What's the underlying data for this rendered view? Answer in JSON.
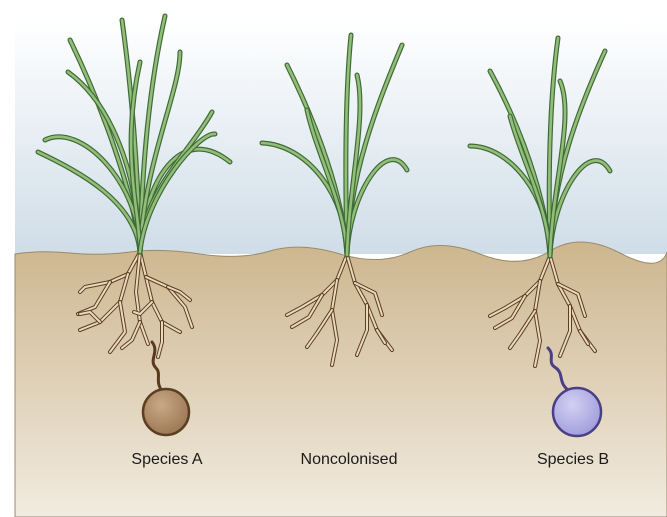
{
  "labels": {
    "species_a": "Species A",
    "noncolonised": "Noncolonised",
    "species_b": "Species B"
  },
  "colors": {
    "sky_top": "#ffffff",
    "sky_bottom": "#cfdde8",
    "soil_top": "#cdb68e",
    "soil_bottom": "#f1ebe0",
    "stem_fill": "#93be7a",
    "stem_outline": "#3f6b36",
    "root_fill": "#ecd9bd",
    "root_outline": "#5b3f22",
    "fungus_a_fill": "#a88562",
    "fungus_a_outline": "#5b3f22",
    "fungus_a_hypha": "#5a3a1e",
    "fungus_b_fill": "#b0ade4",
    "fungus_b_outline": "#4a3f86",
    "fungus_b_hypha": "#4a3f86"
  }
}
